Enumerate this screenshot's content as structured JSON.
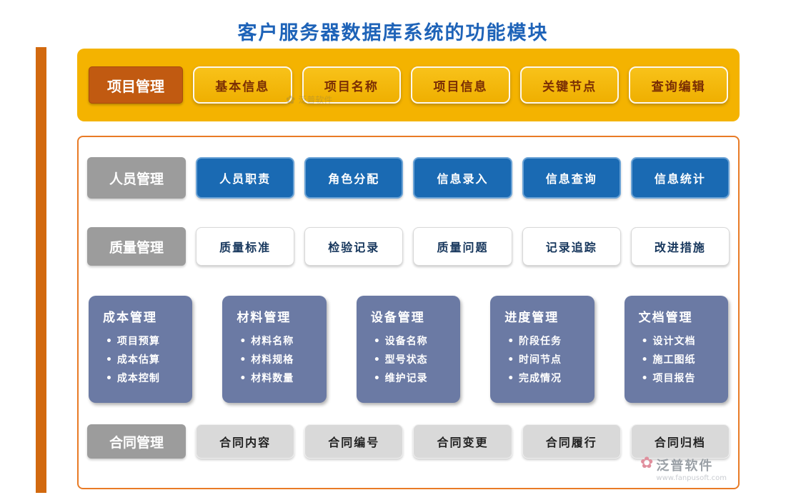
{
  "title": "客户服务器数据库系统的功能模块",
  "top_banner": {
    "label": "项目管理",
    "buttons": [
      "基本信息",
      "项目名称",
      "项目信息",
      "关键节点",
      "查询编辑"
    ]
  },
  "rows": {
    "personnel": {
      "label": "人员管理",
      "buttons": [
        "人员职责",
        "角色分配",
        "信息录入",
        "信息查询",
        "信息统计"
      ]
    },
    "quality": {
      "label": "质量管理",
      "buttons": [
        "质量标准",
        "检验记录",
        "质量问题",
        "记录追踪",
        "改进措施"
      ]
    },
    "contract": {
      "label": "合同管理",
      "buttons": [
        "合同内容",
        "合同编号",
        "合同变更",
        "合同履行",
        "合同归档"
      ]
    }
  },
  "cards": [
    {
      "title": "成本管理",
      "items": [
        "项目预算",
        "成本估算",
        "成本控制"
      ]
    },
    {
      "title": "材料管理",
      "items": [
        "材料名称",
        "材料规格",
        "材料数量"
      ]
    },
    {
      "title": "设备管理",
      "items": [
        "设备名称",
        "型号状态",
        "维护记录"
      ]
    },
    {
      "title": "进度管理",
      "items": [
        "阶段任务",
        "时间节点",
        "完成情况"
      ]
    },
    {
      "title": "文档管理",
      "items": [
        "设计文档",
        "施工图纸",
        "项目报告"
      ]
    }
  ],
  "watermark": {
    "brand": "泛普软件",
    "url": "www.fanpusoft.com"
  },
  "colors": {
    "title_blue": "#1e63b8",
    "accent_orange": "#d2690f",
    "banner_yellow": "#f4b300",
    "banner_label_orange": "#c15a11",
    "yellow_button_text": "#7a2e04",
    "blue_button": "#1a6ab3",
    "panel_border_orange": "#e87b26",
    "card_slate": "#6b7aa4",
    "gray_label": "#9c9c9c",
    "gray_button": "#d9d9d9",
    "navy_text": "#16365c"
  }
}
